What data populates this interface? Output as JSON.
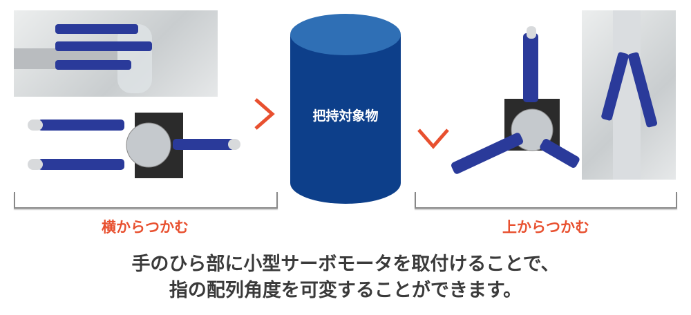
{
  "target_label": "把持対象物",
  "side_grasp_label": "横からつかむ",
  "top_grasp_label": "上からつかむ",
  "caption": {
    "line1": "手のひら部に小型サーボモータを取付けることで、",
    "line2": "指の配列角度を可変することができます。"
  },
  "colors": {
    "accent": "#e8502f",
    "cylinder_body": "#0d3f8a",
    "cylinder_top": "#2f6fb5",
    "robot_blue": "#2a3a9a"
  }
}
